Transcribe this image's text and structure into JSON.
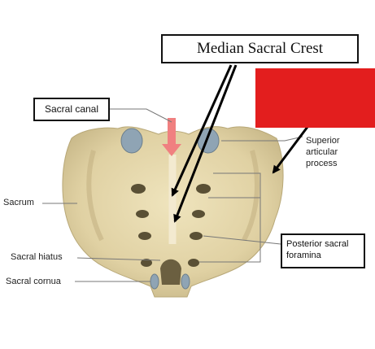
{
  "title": "Median Sacral Crest",
  "labels": {
    "sacral_canal": "Sacral canal",
    "superior_articular_process": "Superior\narticular\nprocess",
    "sacrum": "Sacrum",
    "posterior_sacral_foramina": "Posterior sacral\nforamina",
    "sacral_hiatus": "Sacral hiatus",
    "sacral_cornua": "Sacral cornua"
  },
  "colors": {
    "bone": "#e3d6aa",
    "bone_shadow": "#c9b98a",
    "foramen": "#5a5035",
    "facet": "#8fa4b4",
    "red_box": "#e31e1e",
    "pink_arrow": "#f08080",
    "leader_line": "#777777",
    "arrow": "#000000"
  }
}
